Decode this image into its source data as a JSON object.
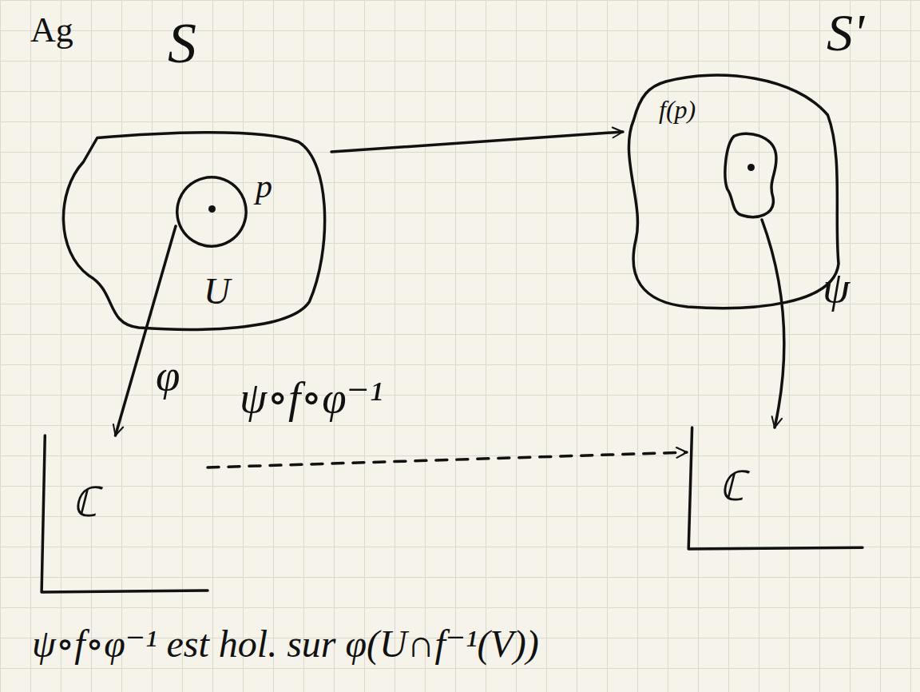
{
  "diagram": {
    "nodes": [
      {
        "text": [
          "S"
        ]
      },
      {
        "text": [
          "p",
          "U"
        ],
        "in": 0
      },
      {
        "text": [
          "S'"
        ]
      },
      {
        "text": [
          "f(p)"
        ],
        "in": 2
      },
      {
        "text": [
          "ℂ"
        ]
      },
      {
        "text": [
          "ℂ"
        ]
      }
    ],
    "edges": [
      {
        "from": 0,
        "to": 2,
        "arrow": "to"
      },
      {
        "from": 1,
        "to": 4,
        "label": "φ",
        "arrow": "to"
      },
      {
        "from": 3,
        "to": 5,
        "label": "ψ",
        "arrow": "to"
      },
      {
        "from": 4,
        "to": 5,
        "label": "ψ∘f∘φ⁻¹",
        "arrow": "to"
      }
    ],
    "labels": [
      "Ag",
      "ψ∘f∘φ⁻¹ est hol. sur φ(U∩f⁻¹(V))"
    ]
  }
}
